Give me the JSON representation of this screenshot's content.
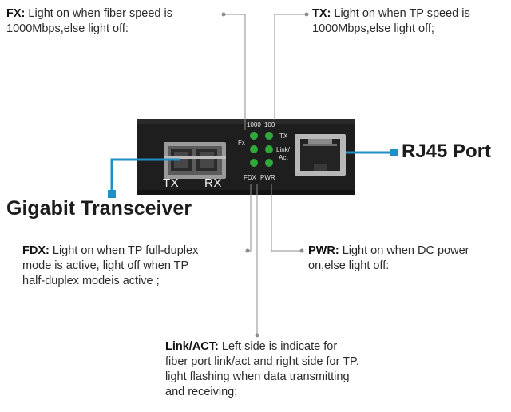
{
  "notes": {
    "fx": {
      "key": "FX:",
      "line1": "Light on when fiber speed is",
      "line2": "1000Mbps,else light off:"
    },
    "tx": {
      "key": "TX:",
      "line1": "Light on when TP speed is",
      "line2": "1000Mbps,else light off;"
    },
    "fdx": {
      "key": "FDX:",
      "line1": "Light on when TP full-duplex",
      "line2": "mode is active, light off when TP",
      "line3": "half-duplex modeis active ;"
    },
    "pwr": {
      "key": "PWR:",
      "line1": "Light on when DC power",
      "line2": "on,else light off:"
    },
    "link": {
      "key": "Link/ACT:",
      "line1": "Left side is indicate for",
      "line2": "fiber port link/act and right side for TP.",
      "line3": "light flashing when data transmitting",
      "line4": "and receiving;"
    }
  },
  "callouts": {
    "rj45": "RJ45 Port",
    "transceiver": "Gigabit Transceiver"
  },
  "device": {
    "led_labels": {
      "s1000": "1000",
      "s100": "100",
      "fx": "Fx",
      "tx": "TX",
      "link": "Link/",
      "act": "Act",
      "fdx": "FDX",
      "pwr": "PWR"
    },
    "port_labels": {
      "tx": "TX",
      "rx": "RX"
    }
  },
  "colors": {
    "accent": "#1f8fc4",
    "led": "#2fa93a",
    "body": "#1e1e1e",
    "leader": "#8c8c8c"
  }
}
